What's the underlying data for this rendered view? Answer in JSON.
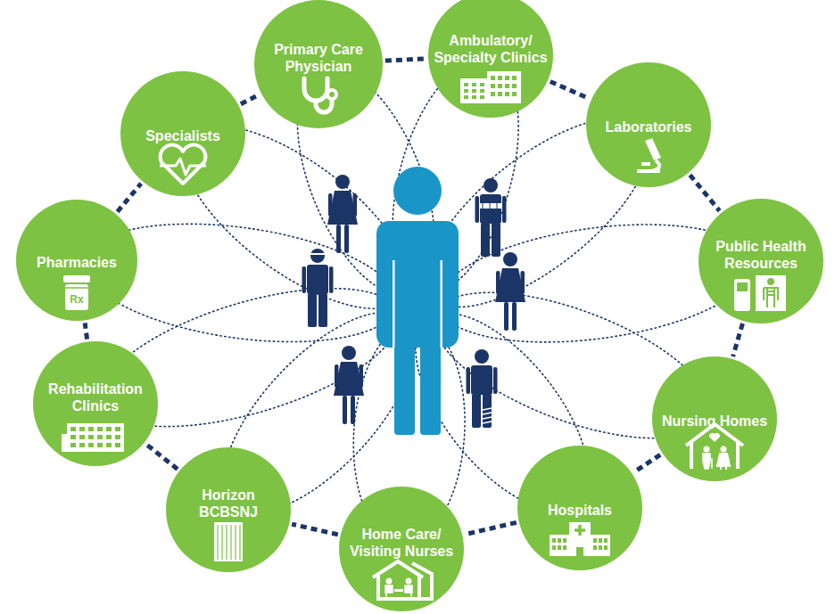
{
  "diagram": {
    "nodes": [
      {
        "text": [
          "Primary Care Physician"
        ]
      },
      {
        "text": [
          "Ambulatory/ Specialty Clinics"
        ]
      },
      {
        "text": [
          "Specialists"
        ]
      },
      {
        "text": [
          "Laboratories"
        ]
      },
      {
        "text": [
          "Pharmacies"
        ]
      },
      {
        "text": [
          "Public Health Resources"
        ]
      },
      {
        "text": [
          "Rehabilitation Clinics"
        ]
      },
      {
        "text": [
          "Nursing Homes"
        ]
      },
      {
        "text": [
          "Horizon BCBSNJ"
        ]
      },
      {
        "text": [
          "Hospitals"
        ]
      },
      {
        "text": [
          "Home Care/ Visiting Nurses"
        ]
      }
    ],
    "edges": [
      {
        "from": 0,
        "to": 1,
        "arrow": "none"
      },
      {
        "from": 1,
        "to": 3,
        "arrow": "none"
      },
      {
        "from": 3,
        "to": 5,
        "arrow": "none"
      },
      {
        "from": 5,
        "to": 7,
        "arrow": "none"
      },
      {
        "from": 7,
        "to": 9,
        "arrow": "none"
      },
      {
        "from": 9,
        "to": 10,
        "arrow": "none"
      },
      {
        "from": 10,
        "to": 8,
        "arrow": "none"
      },
      {
        "from": 8,
        "to": 6,
        "arrow": "none"
      },
      {
        "from": 6,
        "to": 4,
        "arrow": "none"
      },
      {
        "from": 4,
        "to": 2,
        "arrow": "none"
      },
      {
        "from": 2,
        "to": 0,
        "arrow": "none"
      }
    ],
    "labels": [
      "Rx"
    ]
  }
}
